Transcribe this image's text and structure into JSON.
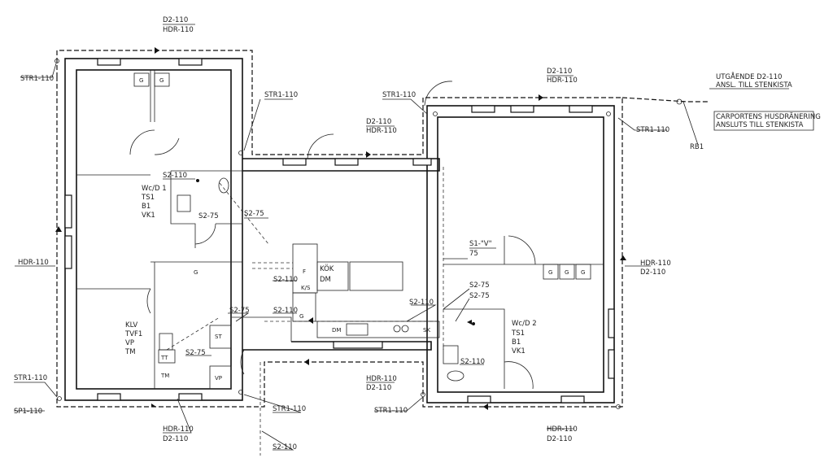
{
  "labels": {
    "d2_top": "D2-110",
    "hdr_top": "HDR-110",
    "str_top_left": "STR1-110",
    "str_mid1": "STR1-110",
    "str_mid2": "STR1-110",
    "d2_mid": "D2-110",
    "hdr_mid": "HDR-110",
    "d2_top_right": "D2-110",
    "hdr_top_right": "HDR-110",
    "utg1": "UTGÅENDE D2-110",
    "utg2": "ANSL. TILL STENKISTA",
    "carport1": "CARPORTENS HUSDRÄNERING",
    "carport2": "ANSLUTS TILL STENKISTA",
    "str_right": "STR1-110",
    "rb1": "RB1",
    "s2_110_wc": "S2-110",
    "wcd1": "Wc/D 1",
    "ts1": "TS1",
    "b1": "B1",
    "vk1": "VK1",
    "s2_75_a": "S2-75",
    "s2_75_b": "S2-75",
    "hdr_left": "HDR-110",
    "s1v": "S1-\"V\"",
    "s1v2": "75",
    "hdr_right": "HDR-110",
    "d2_right": "D2-110",
    "kok": "KÖK",
    "dm": "DM",
    "s2_110_c1": "S2-110",
    "s2_110_c2": "S2-110",
    "s2_110_c3": "S2-110",
    "s2_75_c": "S2-75",
    "s2_75_d": "S2-75",
    "s2_75_e": "S2-75",
    "s2_75_f": "S2-75",
    "wcd2": "Wc/D 2",
    "ts1b": "TS1",
    "b1b": "B1",
    "vk1b": "VK1",
    "s2_110_r": "S2-110",
    "klv": "KLV",
    "tvf1": "TVF1",
    "vp": "VP",
    "tm": "TM",
    "st": "ST",
    "vp2": "VP",
    "tt": "TT",
    "tm2": "TM",
    "ks": "K/S",
    "f": "F",
    "g": "G",
    "dm2": "DM",
    "sk": "SK",
    "str_low_left": "STR1-110",
    "sp1": "SP1-110",
    "hdr_bot": "HDR-110",
    "d2_bot": "D2-110",
    "str_bot_mid": "STR1-110",
    "s2_110_bot": "S2-110",
    "hdr_bot2": "HDR-110",
    "d2_bot2": "D2-110",
    "str_bot2": "STR1-110",
    "hdr_bot3": "HDR-110",
    "d2_bot3": "D2-110",
    "gg": "G"
  }
}
